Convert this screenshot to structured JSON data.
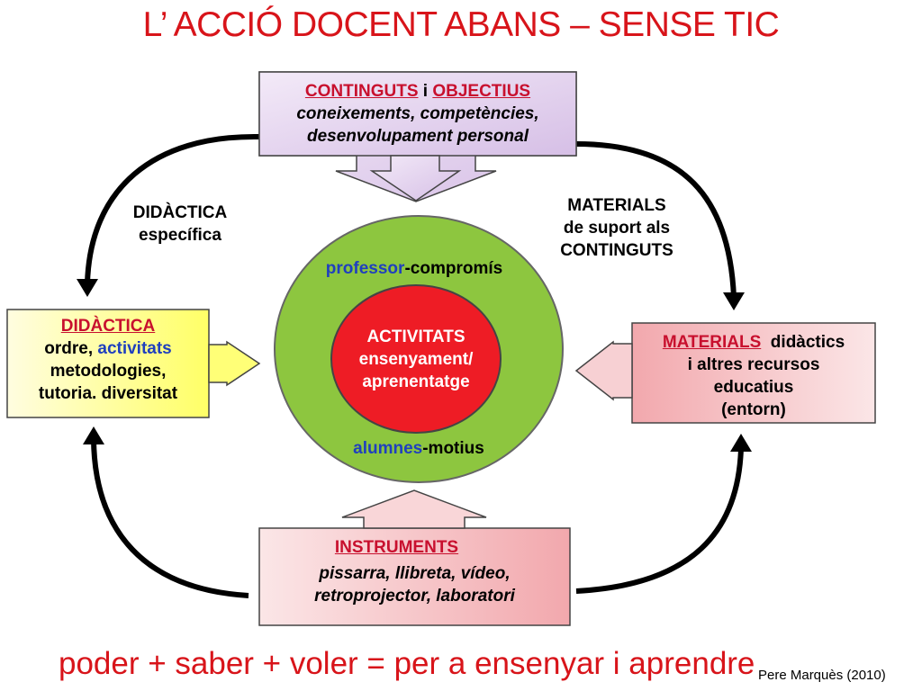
{
  "title": "L’ ACCIÓ DOCENT ABANS – SENSE TIC",
  "top_box": {
    "head_a": "CONTINGUTS",
    "head_sep": " i ",
    "head_b": "OBJECTIUS",
    "line1": "coneixements, competències,",
    "line2": "desenvolupament personal"
  },
  "left_box": {
    "head": "DIDÀCTICA",
    "line1_a": "ordre, ",
    "line1_b": "activitats",
    "line2": "metodologies,",
    "line3": "tutoria. diversitat"
  },
  "right_box": {
    "head": "MATERIALS",
    "head_rest": "  didàctics",
    "line1": "i altres recursos",
    "line2": "educatius",
    "line3": "(entorn)"
  },
  "bottom_box": {
    "head": "INSTRUMENTS",
    "line1": "pissarra, llibreta, vídeo,",
    "line2": "retroprojector, laboratori"
  },
  "arc_labels": {
    "left_1": "DIDÀCTICA",
    "left_2": "específica",
    "right_1": "MATERIALS",
    "right_2": "de suport als",
    "right_3": "CONTINGUTS"
  },
  "center": {
    "top_a": "professor",
    "top_b": "-compromís",
    "bottom_a": "alumnes",
    "bottom_b": "-motius",
    "inner_1": "ACTIVITATS",
    "inner_2": "ensenyament/",
    "inner_3": "aprenentatge"
  },
  "footer": "poder + saber + voler = per a ensenyar i aprendre",
  "credit": "Pere Marquès (2010)",
  "colors": {
    "title_red": "#d8141a",
    "purple_box": "#e4d3ee",
    "yellow_box": "#ffff99",
    "pink_box": "#f6c3c6",
    "green_circle": "#8dc63f",
    "red_circle": "#ee1c25",
    "blue_text": "#1f3fbf"
  }
}
